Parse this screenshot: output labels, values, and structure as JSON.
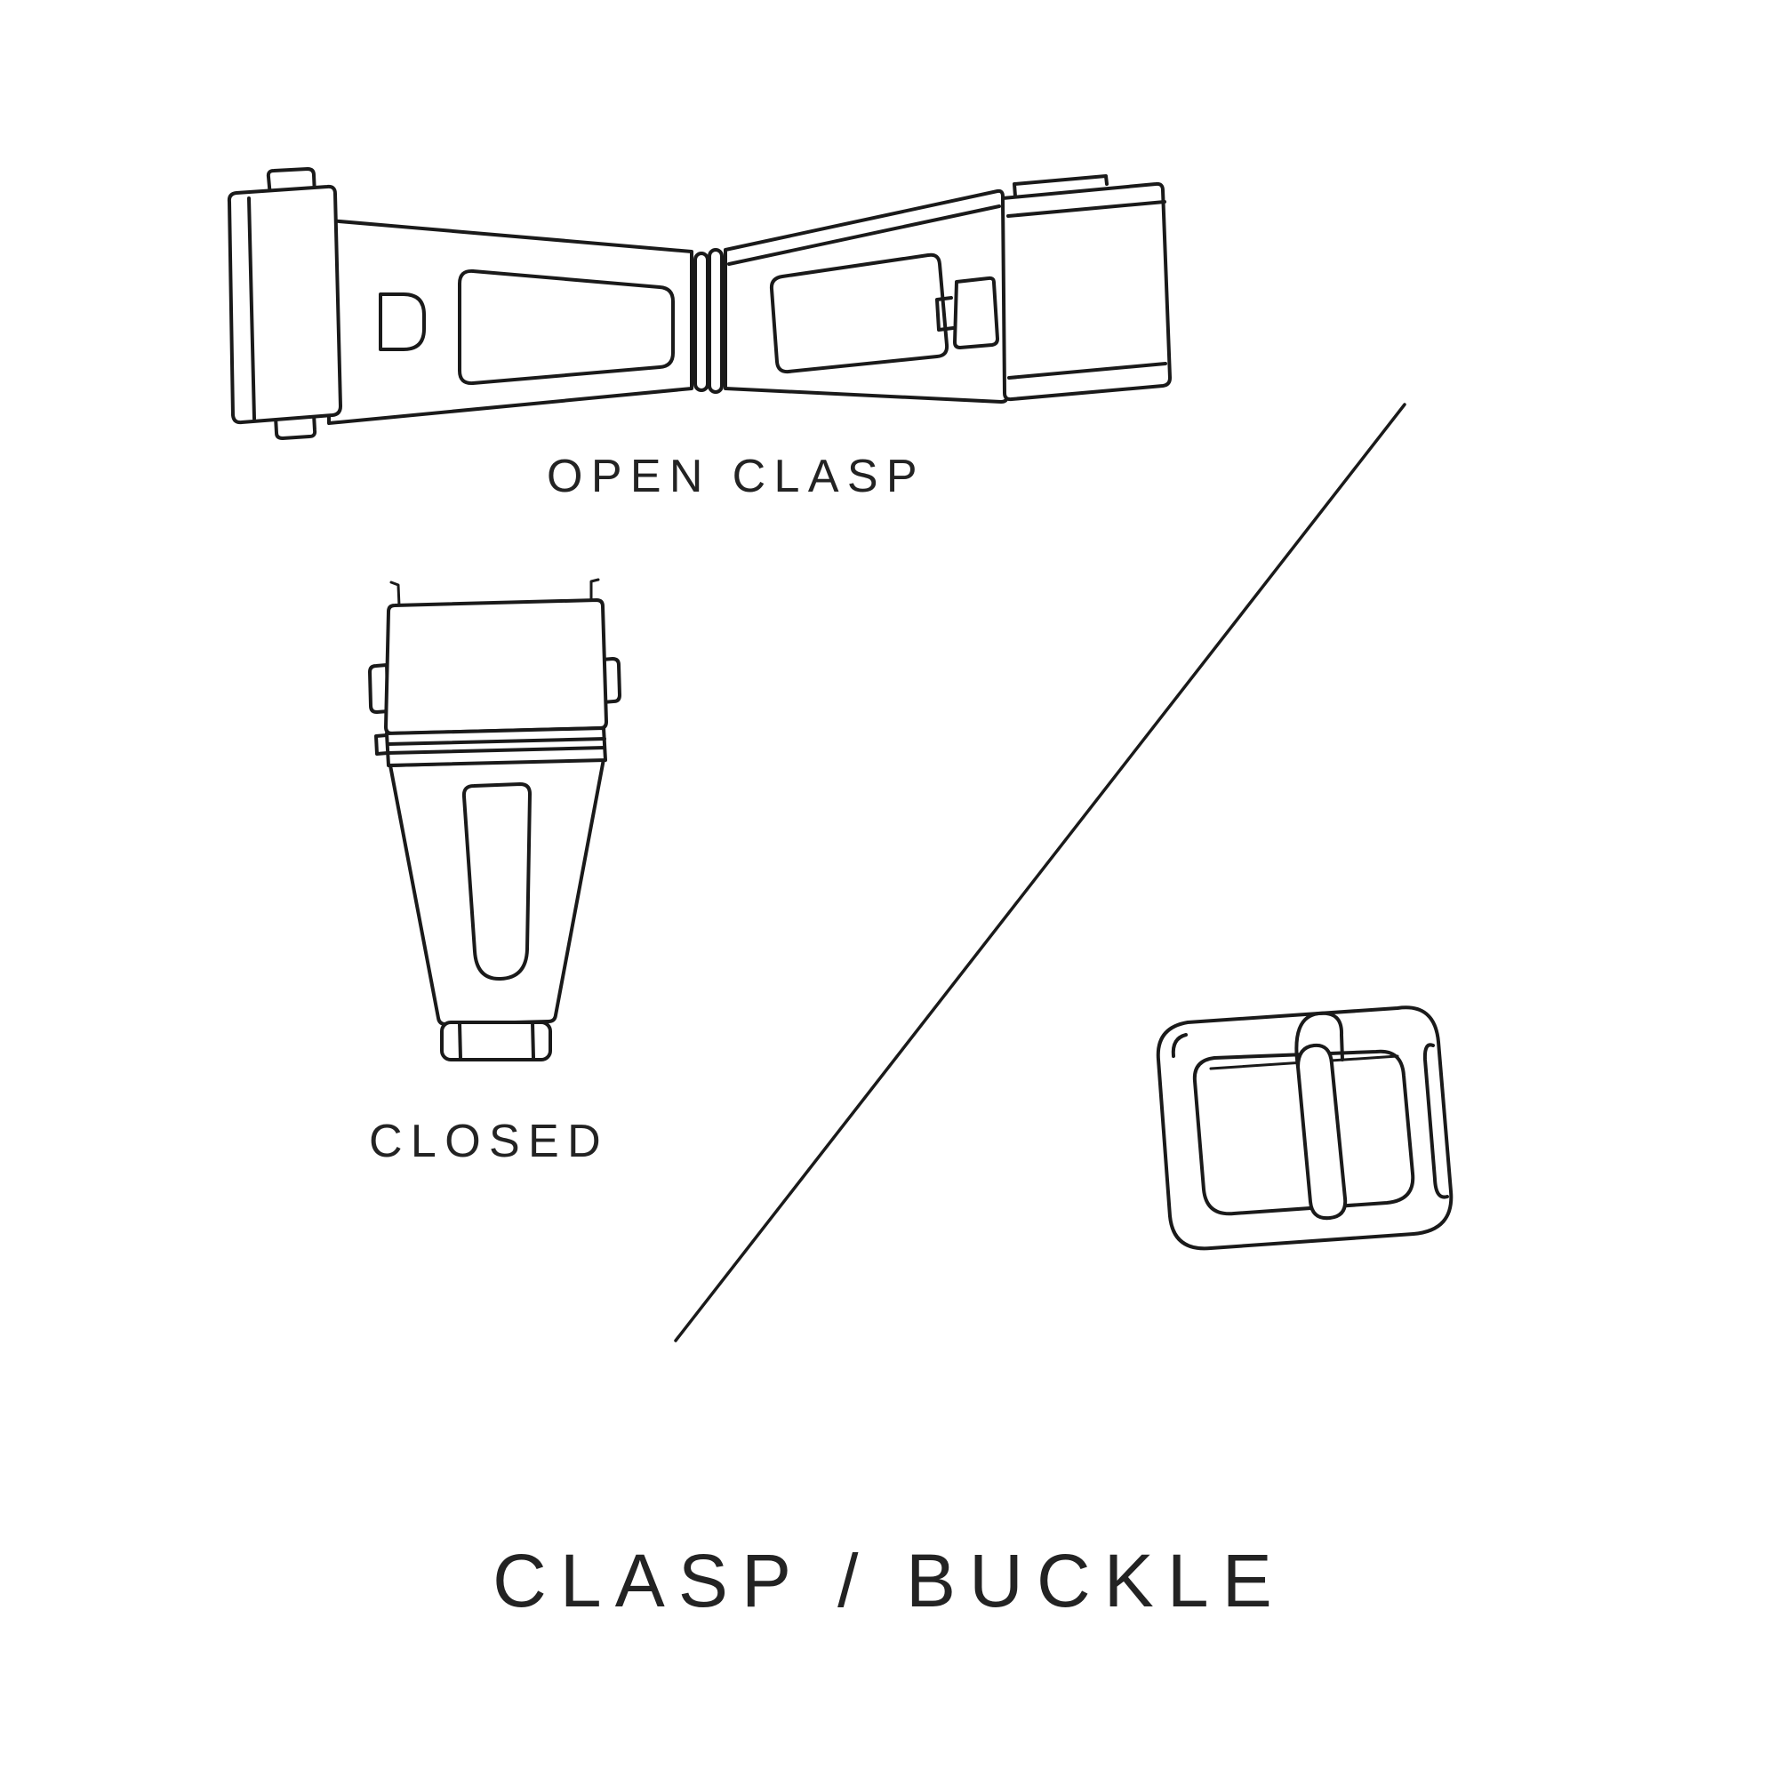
{
  "canvas": {
    "background": "#ffffff",
    "ink": "#1a1a1a"
  },
  "title": {
    "text": "CLASP / BUCKLE"
  },
  "figures": {
    "open_clasp": {
      "label": "OPEN CLASP"
    },
    "closed_clasp": {
      "label": "CLOSED"
    },
    "buckle": {
      "label_present": ""
    }
  }
}
